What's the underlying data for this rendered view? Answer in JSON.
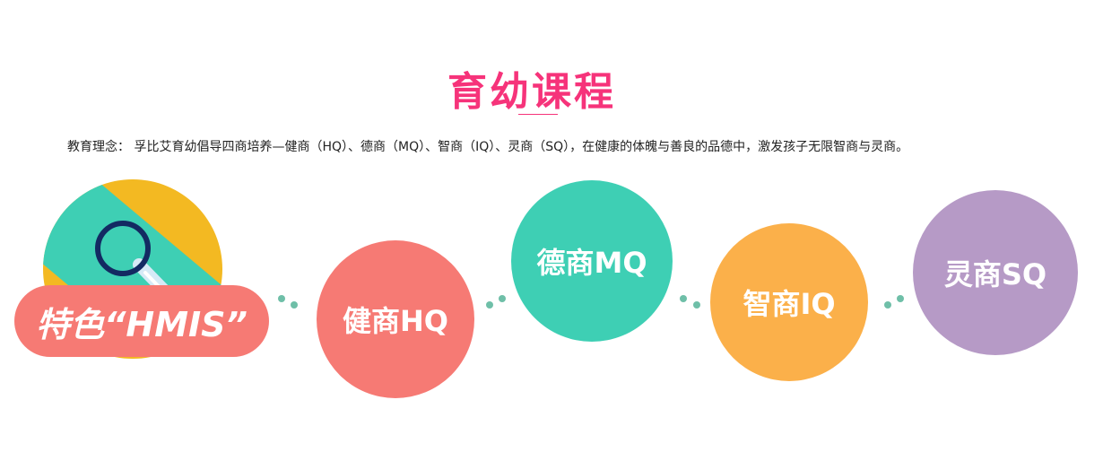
{
  "title": "育幼课程",
  "description": "教育理念： 孚比艾育幼倡导四商培养—健商（HQ）、德商（MQ）、智商（IQ）、灵商（SQ），在健康的体魄与善良的品德中，激发孩子无限智商与灵商。",
  "feature_label": "特色“HMIS”",
  "circles": [
    {
      "label": "健商HQ",
      "color": "#f67a74"
    },
    {
      "label": "德商MQ",
      "color": "#3ecfb4"
    },
    {
      "label": "智商IQ",
      "color": "#fbb04a"
    },
    {
      "label": "灵商SQ",
      "color": "#b69ac6"
    }
  ]
}
